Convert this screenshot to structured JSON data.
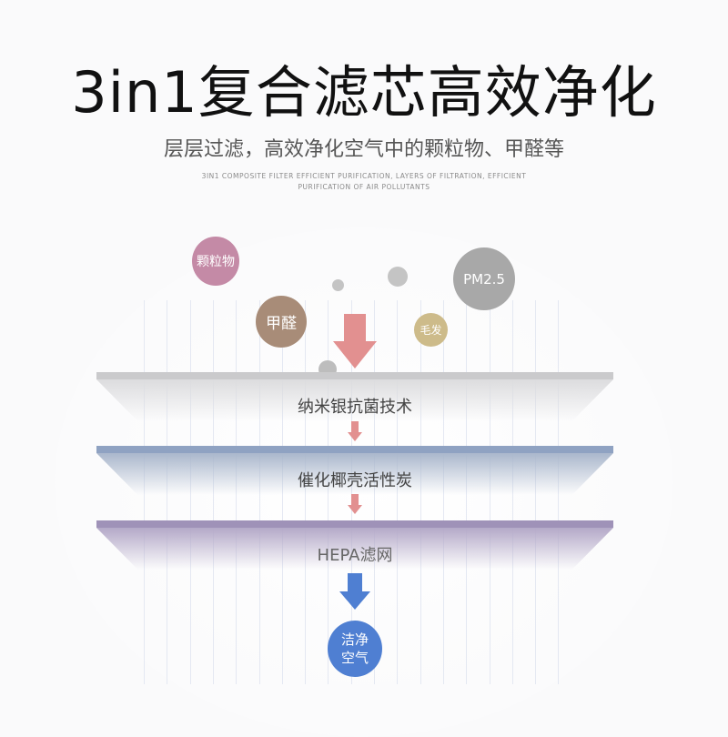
{
  "header": {
    "title": "3in1复合滤芯高效净化",
    "subtitle": "层层过滤，高效净化空气中的颗粒物、甲醛等",
    "english_line1": "3IN1 COMPOSITE FILTER EFFICIENT PURIFICATION, LAYERS OF FILTRATION, EFFICIENT",
    "english_line2": "PURIFICATION OF AIR POLLUTANTS"
  },
  "pollutants": [
    {
      "label": "颗粒物",
      "color": "#c48aa6"
    },
    {
      "label": "甲醛",
      "color": "#a88c78"
    },
    {
      "label": "毛发",
      "color": "#cdbb8a"
    },
    {
      "label": "PM2.5",
      "color": "#a8a8a8"
    }
  ],
  "layers": [
    {
      "label": "纳米银抗菌技术",
      "color": "#c9c9cb"
    },
    {
      "label": "催化椰壳活性炭",
      "color": "#8fa2c2"
    },
    {
      "label": "HEPA滤网",
      "color": "#9f92b8"
    }
  ],
  "result": {
    "label_line1": "洁净",
    "label_line2": "空气",
    "color": "#4f7fd2"
  },
  "colors": {
    "arrow_red": "#e29090",
    "arrow_blue": "#4f7fd2"
  }
}
